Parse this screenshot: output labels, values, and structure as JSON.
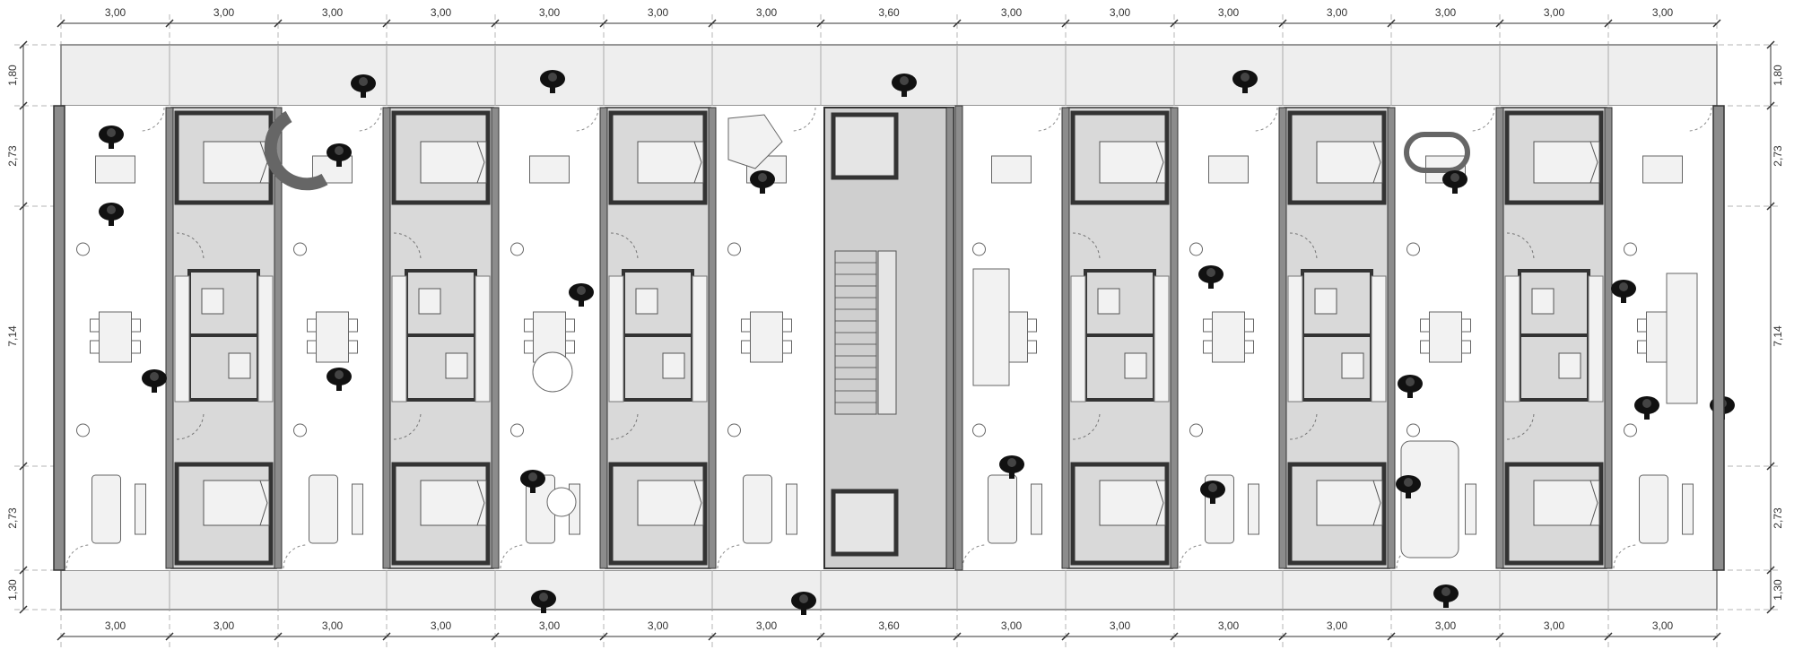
{
  "dimensions": {
    "top": [
      "3,00",
      "3,00",
      "3,00",
      "3,00",
      "3,00",
      "3,00",
      "3,00",
      "3,60",
      "3,00",
      "3,00",
      "3,00",
      "3,00",
      "3,00",
      "3,00",
      "3,00"
    ],
    "bottom": [
      "3,00",
      "3,00",
      "3,00",
      "3,00",
      "3,00",
      "3,00",
      "3,00",
      "3,60",
      "3,00",
      "3,00",
      "3,00",
      "3,00",
      "3,00",
      "3,00",
      "3,00"
    ],
    "left": [
      "1,80",
      "2,73",
      "7,14",
      "2,73",
      "1,30"
    ],
    "right": [
      "1,80",
      "2,73",
      "7,14",
      "2,73",
      "1,30"
    ]
  },
  "colors": {
    "wall": "#8c8c8c",
    "wall_outline": "#333333",
    "room_fill": "#d9d9d9",
    "corridor_fill": "#eeeeee",
    "furniture_fill": "#f2f2f2",
    "people_fill": "#111111",
    "dim_line": "#333333",
    "grid_line": "#b5b5b5"
  },
  "icons": [
    "person-icon",
    "bed-icon",
    "table-icon",
    "sofa-icon",
    "stair-icon",
    "piano-icon"
  ]
}
